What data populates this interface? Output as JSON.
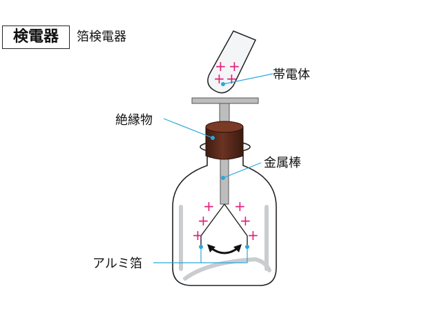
{
  "header": {
    "title": "検電器",
    "subtitle": "箔検電器"
  },
  "labels": {
    "charged_body": "帯電体",
    "insulator": "絶縁物",
    "metal_rod": "金属棒",
    "aluminum_foil": "アルミ箔"
  },
  "charge_symbol": "+",
  "colors": {
    "plus": "#e0207a",
    "leader": "#2aa6e0",
    "cork": "#5a2a1c",
    "glass": "#cfd3d6",
    "rod": "#a9a9a9"
  }
}
